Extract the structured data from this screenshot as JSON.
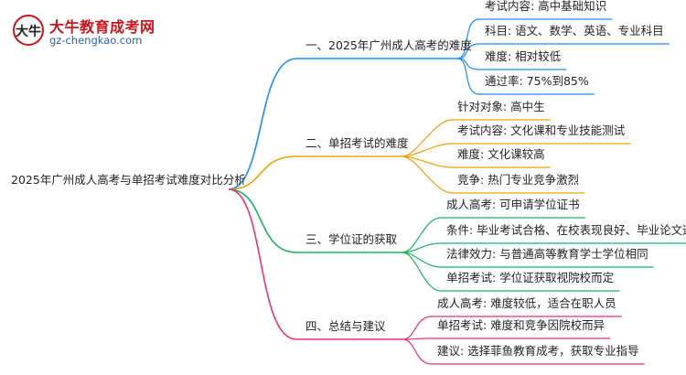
{
  "logo": {
    "badge_text": "大牛",
    "title": "大牛教育成考网",
    "url": "gz-chengkao.com"
  },
  "mindmap": {
    "root": "2025年广州成人高考与单招考试难度对比分析",
    "colors": {
      "branch1": "#1a8cff",
      "branch2": "#f2a007",
      "branch3": "#1bb55c",
      "branch4": "#ee2f7c"
    },
    "branches": [
      {
        "label": "一、2025年广州成人高考的难度",
        "leaves": [
          "考试内容: 高中基础知识",
          "科目: 语文、数学、英语、专业科目",
          "难度: 相对较低",
          "通过率: 75%到85%"
        ]
      },
      {
        "label": "二、单招考试的难度",
        "leaves": [
          "针对对象: 高中生",
          "考试内容: 文化课和专业技能测试",
          "难度: 文化课较高",
          "竞争: 热门专业竞争激烈"
        ]
      },
      {
        "label": "三、学位证的获取",
        "leaves": [
          "成人高考: 可申请学位证书",
          "条件: 毕业考试合格、在校表现良好、毕业论文通过",
          "法律效力: 与普通高等教育学士学位相同",
          "单招考试: 学位证获取视院校而定"
        ]
      },
      {
        "label": "四、总结与建议",
        "leaves": [
          "成人高考: 难度较低，适合在职人员",
          "单招考试: 难度和竞争因院校而异",
          "建议: 选择菲鱼教育成考，获取专业指导"
        ]
      }
    ]
  }
}
